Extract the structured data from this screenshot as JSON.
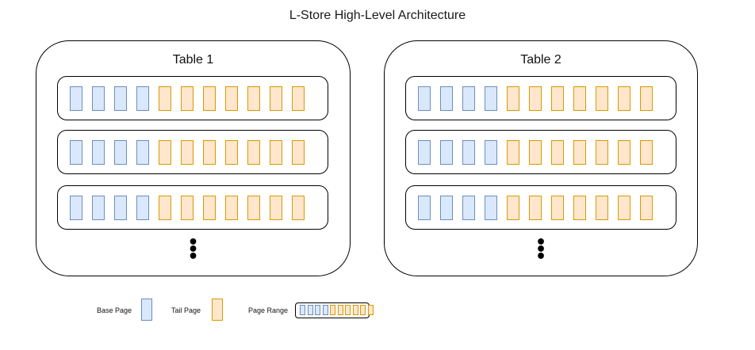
{
  "title": "L-Store High-Level Architecture",
  "tables": [
    {
      "label": "Table  1",
      "ranges": [
        {
          "base": 4,
          "tail": 7
        },
        {
          "base": 4,
          "tail": 7
        },
        {
          "base": 4,
          "tail": 7
        }
      ],
      "more": "⋮"
    },
    {
      "label": "Table  2",
      "ranges": [
        {
          "base": 4,
          "tail": 7
        },
        {
          "base": 4,
          "tail": 7
        },
        {
          "base": 4,
          "tail": 7
        }
      ],
      "more": "⋮"
    }
  ],
  "legend": {
    "base_page": "Base Page",
    "tail_page": "Tail Page",
    "page_range": "Page Range"
  },
  "legend_range": {
    "base": 4,
    "tail": 6
  },
  "colors": {
    "base_fill": "#dae8fc",
    "base_stroke": "#6c8ebf",
    "tail_fill": "#ffe6cc",
    "tail_stroke": "#d79b00",
    "outline": "#000000"
  }
}
